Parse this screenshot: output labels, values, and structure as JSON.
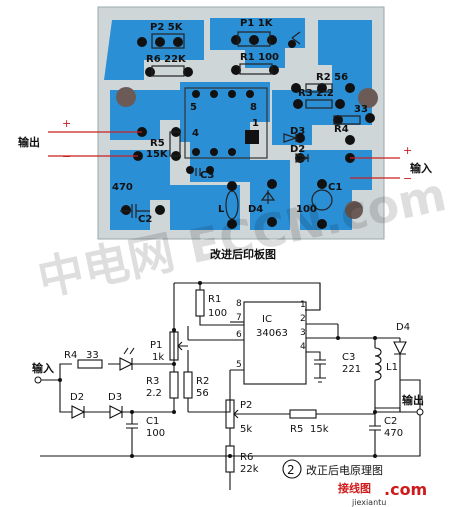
{
  "pcb": {
    "caption": "改进后印板图",
    "outer_labels": {
      "out_left": "输出",
      "in_right": "输入"
    },
    "components": {
      "p2": "P2 5K",
      "p1": "P1 1K",
      "r6": "R6 22K",
      "r1": "R1 100",
      "r3": "R3 2.2",
      "r2": "R2 56",
      "r4": "33",
      "r4b": "R4",
      "r5": "R5",
      "r5v": "15K",
      "ic5": "5",
      "ic8": "8",
      "ic4": "4",
      "ic1": "1",
      "d3": "D3",
      "d2": "D2",
      "d4": "D4",
      "c3": "C3",
      "c2": "C2",
      "c2v": "470",
      "c1": "C1",
      "c1v": "100",
      "l": "L"
    }
  },
  "watermark": "中电网 ECCN.com",
  "schematic": {
    "ic_label": "IC",
    "ic_part": "34063",
    "pins": [
      "1",
      "2",
      "3",
      "4",
      "5",
      "6",
      "7",
      "8"
    ],
    "r1": "R1",
    "r1v": "100",
    "p1": "P1",
    "p1v": "1k",
    "r4": "R4",
    "r4v": "33",
    "r3": "R3",
    "r3v": "2.2",
    "r2": "R2",
    "r2v": "56",
    "d2": "D2",
    "d3": "D3",
    "d4": "D4",
    "c1": "C1",
    "c1v": "100",
    "c2": "C2",
    "c2v": "470",
    "c3": "C3",
    "c3v": "221",
    "l1": "L1",
    "p2": "P2",
    "p2v": "5k",
    "r5": "R5",
    "r5v": "15k",
    "r6": "R6",
    "r6v": "22k",
    "input_label": "输入",
    "output_label": "输出",
    "fig_number": "2",
    "caption": "改正后电原理图",
    "site_logo": "接线图",
    "site_domain": ".com",
    "site_url": "jiexiantu"
  }
}
